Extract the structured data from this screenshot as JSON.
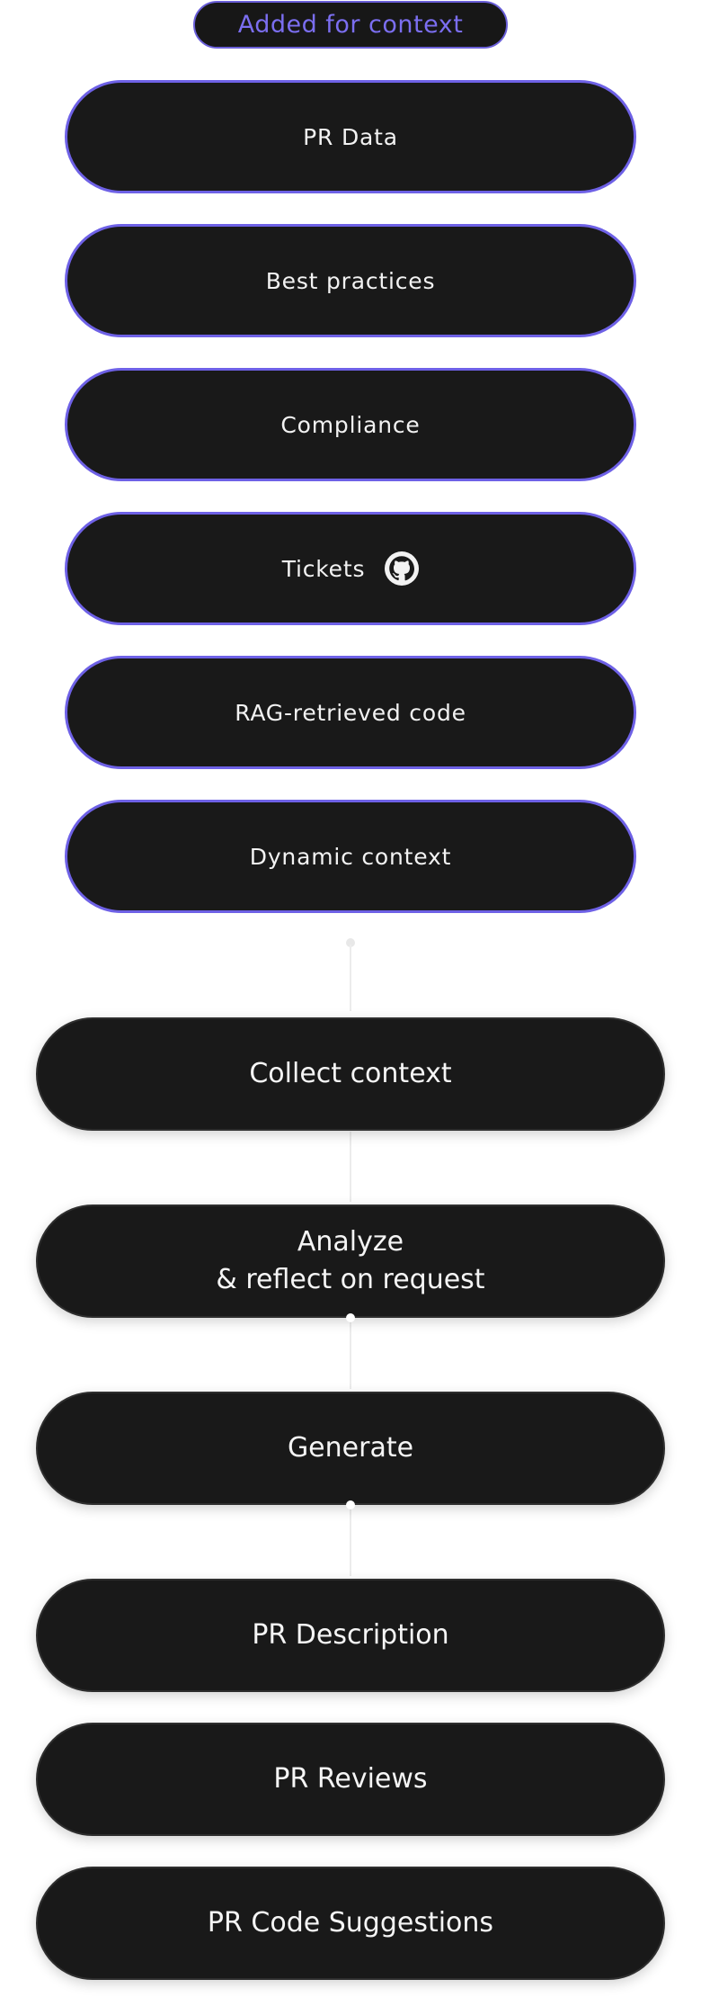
{
  "badge": {
    "label": "Added for context"
  },
  "context_items": [
    {
      "label": "PR Data"
    },
    {
      "label": "Best practices"
    },
    {
      "label": "Compliance"
    },
    {
      "label": "Tickets",
      "icon": "github-icon"
    },
    {
      "label": "RAG-retrieved code"
    },
    {
      "label": "Dynamic context"
    }
  ],
  "pipeline": [
    {
      "line1": "Collect context"
    },
    {
      "line1": "Analyze",
      "line2": "& reflect on request"
    },
    {
      "line1": "Generate"
    }
  ],
  "outputs": [
    {
      "label": "PR Description"
    },
    {
      "label": "PR Reviews"
    },
    {
      "label": "PR Code Suggestions"
    }
  ],
  "colors": {
    "accent": "#6e61e6",
    "pill_background": "#191919",
    "text": "#f2f2f2"
  }
}
